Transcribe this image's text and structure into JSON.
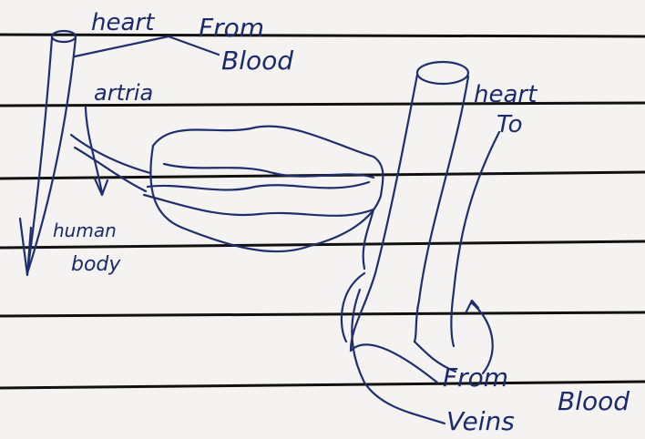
{
  "labels": {
    "heart_top": "heart",
    "from_top": "From",
    "blood_top": "Blood",
    "artria": "artria",
    "heart_right": "heart",
    "to_right": "To",
    "human": "human",
    "body": "body",
    "from_bottom": "From",
    "blood_bottom": "Blood",
    "veins": "Veins"
  }
}
